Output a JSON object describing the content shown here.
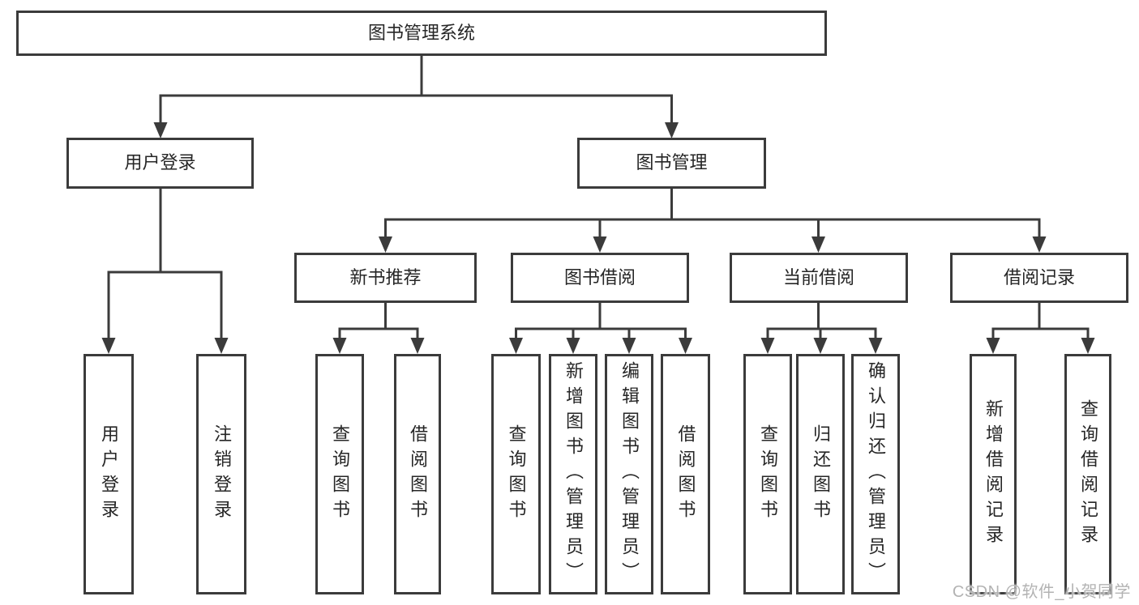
{
  "root": {
    "label": "图书管理系统"
  },
  "user_login": {
    "label": "用户登录",
    "children": {
      "login": {
        "label": "用户登录"
      },
      "logout": {
        "label": "注销登录"
      }
    }
  },
  "book_management": {
    "label": "图书管理",
    "children": {
      "new_book_recommend": {
        "label": "新书推荐",
        "children": {
          "query_book": {
            "label": "查询图书"
          },
          "borrow_book": {
            "label": "借阅图书"
          }
        }
      },
      "book_borrow": {
        "label": "图书借阅",
        "children": {
          "query_book": {
            "label": "查询图书"
          },
          "add_book": {
            "label": "新增图书（管理员）"
          },
          "edit_book": {
            "label": "编辑图书（管理员）"
          },
          "borrow_book": {
            "label": "借阅图书"
          }
        }
      },
      "current_borrow": {
        "label": "当前借阅",
        "children": {
          "query_book": {
            "label": "查询图书"
          },
          "return_book": {
            "label": "归还图书"
          },
          "confirm_return": {
            "label": "确认归还（管理员）"
          }
        }
      },
      "borrow_record": {
        "label": "借阅记录",
        "children": {
          "add_record": {
            "label": "新增借阅记录"
          },
          "query_record": {
            "label": "查询借阅记录"
          }
        }
      }
    }
  },
  "watermark": {
    "text": "CSDN @软件_小贺同学"
  },
  "colors": {
    "line": "#3b3b3b",
    "text": "#262626",
    "box_background": "#ffffff",
    "watermark_text": "#b3b3b3",
    "background": "#ffffff"
  }
}
